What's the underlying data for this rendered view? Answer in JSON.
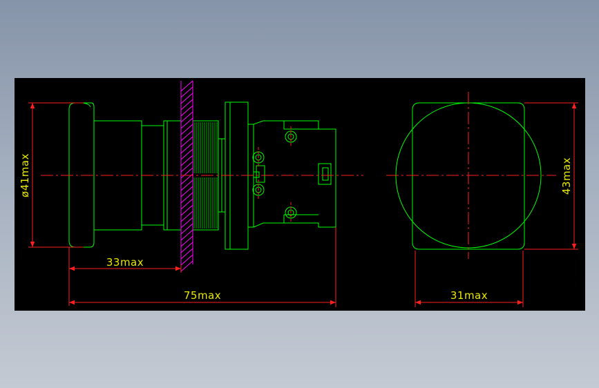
{
  "colors": {
    "background": "#000000",
    "outline": "#00ff00",
    "dimension": "#ff2020",
    "dimension_text": "#e8e800",
    "hatch": "#ff00ff",
    "centerline": "#ff2020"
  },
  "dimensions": {
    "diameter_label": "ø41max",
    "depth_label": "33max",
    "length_label": "75max",
    "height_label": "43max",
    "width_label": "31max"
  }
}
